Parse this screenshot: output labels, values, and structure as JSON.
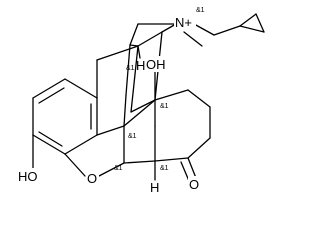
{
  "molecule": {
    "atoms": {
      "n_plus": "N+",
      "oh_top": "OH",
      "ho_left": "HO",
      "o_ring": "O",
      "o_ketone": "O",
      "h_top": "H",
      "h_bottom": "H"
    },
    "stereo_labels": {
      "n": "&1",
      "c9": "&1",
      "c14": "&1",
      "c13": "&1",
      "c5": "&1",
      "c5b": "&1"
    }
  }
}
